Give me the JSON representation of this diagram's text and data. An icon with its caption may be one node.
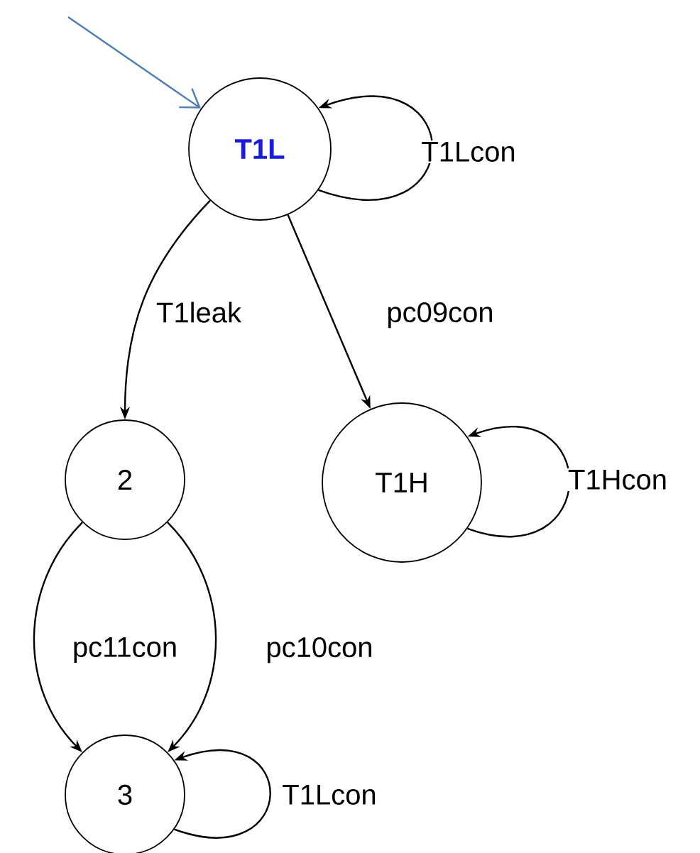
{
  "diagram": {
    "nodes": [
      {
        "text": [
          "T1L"
        ]
      },
      {
        "text": [
          "2"
        ]
      },
      {
        "text": [
          "T1H"
        ]
      },
      {
        "text": [
          "3"
        ]
      }
    ],
    "edges": [
      {
        "from": null,
        "to": 0,
        "arrow": "to",
        "color": "#4a7ebb"
      },
      {
        "from": 0,
        "to": 0,
        "arrow": "to",
        "label": "T1Lcon"
      },
      {
        "from": 0,
        "to": 1,
        "arrow": "to",
        "label": "T1leak"
      },
      {
        "from": 0,
        "to": 2,
        "arrow": "to",
        "label": "pc09con"
      },
      {
        "from": 1,
        "to": 3,
        "arrow": "to",
        "label": "pc11con"
      },
      {
        "from": 1,
        "to": 3,
        "arrow": "to",
        "label": "pc10con"
      },
      {
        "from": 2,
        "to": 2,
        "arrow": "to",
        "label": "T1Hcon"
      },
      {
        "from": 3,
        "to": 3,
        "arrow": "to",
        "label": "T1Lcon"
      }
    ]
  }
}
